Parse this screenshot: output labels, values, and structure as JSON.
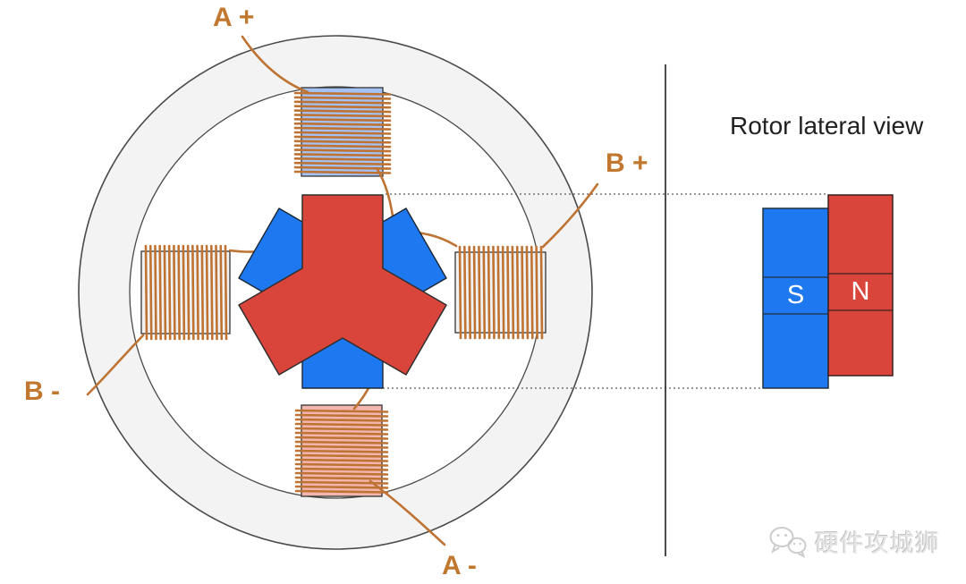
{
  "labels": {
    "a_plus": "A +",
    "a_minus": "A -",
    "b_plus": "B +",
    "b_minus": "B -"
  },
  "lateral_view": {
    "title": "Rotor lateral view",
    "south": "S",
    "north": "N"
  },
  "watermark": {
    "text": "硬件攻城狮",
    "icon": "wechat-icon"
  },
  "colors": {
    "rotor_red": "#D9453A",
    "rotor_blue": "#1E78F0",
    "coil_core_top": "#A4C2F4",
    "coil_core_bottom": "#F3B6AE",
    "coil_core_side": "#F2F2F2",
    "stator_ring": "#F3F3F3",
    "wire": "#BE7333",
    "label_text": "#C2772E",
    "magnet_south": "#1E78F0",
    "magnet_north": "#D9453A",
    "dashed_line": "#5a5a5a",
    "outline": "#2e2e2e"
  }
}
